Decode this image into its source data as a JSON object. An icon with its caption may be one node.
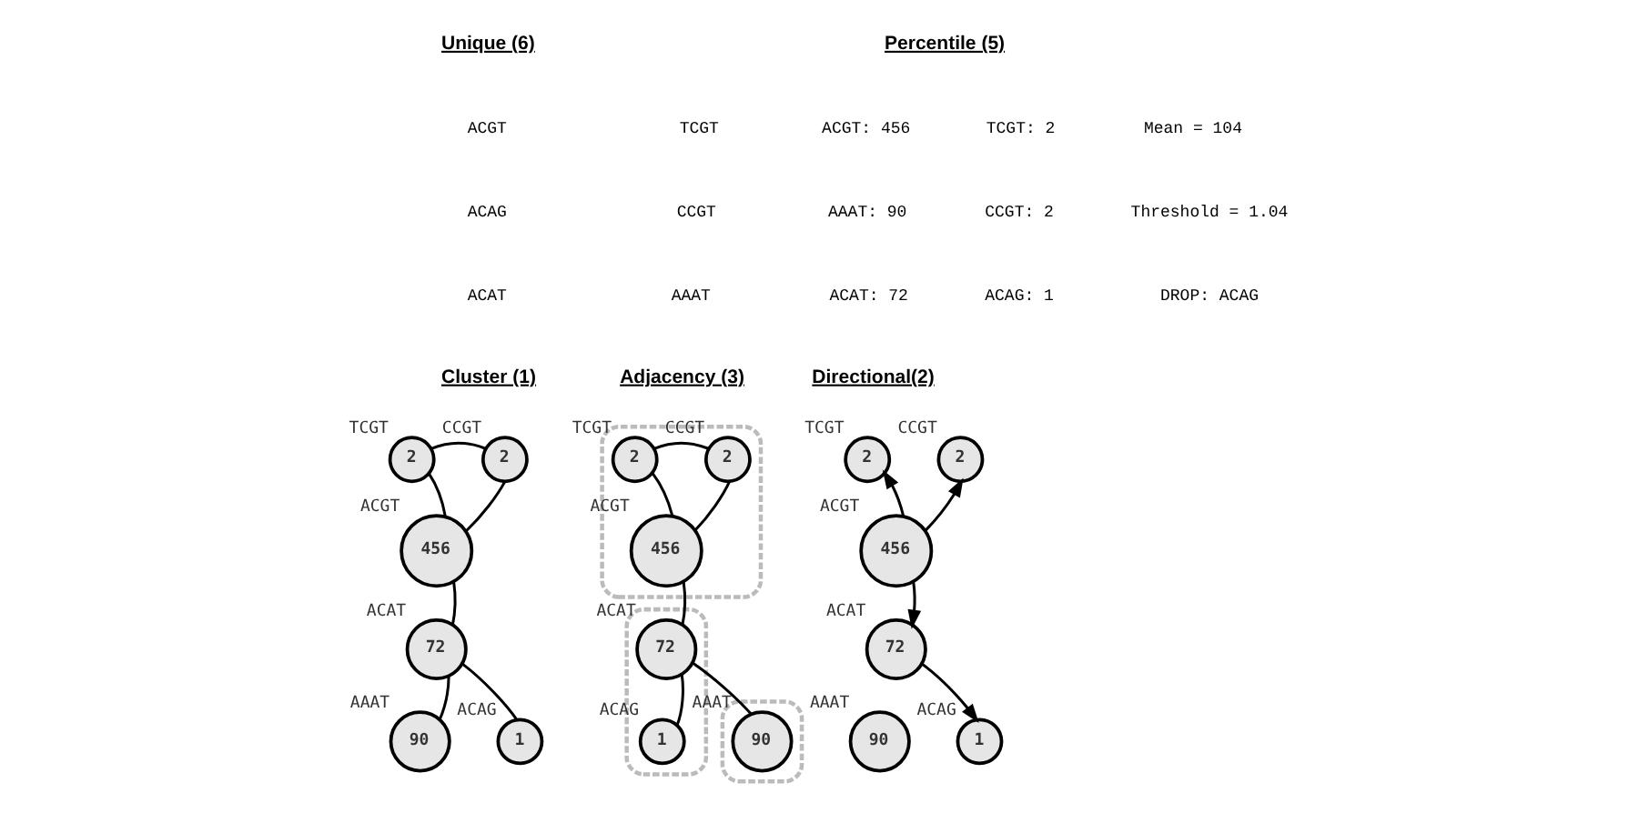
{
  "diagram": {
    "nodes": [
      {
        "text": [
          "2"
        ],
        "beside": [
          "TCGT"
        ]
      },
      {
        "text": [
          "2"
        ],
        "beside": [
          "CCGT"
        ]
      },
      {
        "text": [
          "456"
        ],
        "beside": [
          "ACGT"
        ]
      },
      {
        "text": [
          "72"
        ],
        "beside": [
          "ACAT"
        ]
      },
      {
        "text": [
          "90"
        ],
        "beside": [
          "AAAT"
        ]
      },
      {
        "text": [
          "1"
        ],
        "beside": [
          "ACAG"
        ]
      },
      {
        "text": [],
        "shape": "ellipse"
      },
      {
        "text": [
          "2"
        ],
        "beside": [
          "TCGT"
        ],
        "in": 6
      },
      {
        "text": [
          "2"
        ],
        "beside": [
          "CCGT"
        ],
        "in": 6
      },
      {
        "text": [
          "456"
        ],
        "beside": [
          "ACGT"
        ],
        "in": 6
      },
      {
        "text": [],
        "shape": "ellipse"
      },
      {
        "text": [
          "72"
        ],
        "beside": [
          "ACAT"
        ],
        "in": 10
      },
      {
        "text": [
          "1"
        ],
        "beside": [
          "ACAG"
        ],
        "in": 10
      },
      {
        "text": [],
        "shape": "ellipse"
      },
      {
        "text": [
          "90"
        ],
        "beside": [
          "AAAT"
        ],
        "in": 13
      },
      {
        "text": [
          "2"
        ],
        "beside": [
          "TCGT"
        ]
      },
      {
        "text": [
          "2"
        ],
        "beside": [
          "CCGT"
        ]
      },
      {
        "text": [
          "456"
        ],
        "beside": [
          "ACGT"
        ]
      },
      {
        "text": [
          "72"
        ],
        "beside": [
          "ACAT"
        ]
      },
      {
        "text": [
          "90"
        ],
        "beside": [
          "AAAT"
        ]
      },
      {
        "text": [
          "1"
        ],
        "beside": [
          "ACAG"
        ]
      }
    ],
    "edges": [
      {
        "from": 0,
        "to": 1,
        "arrow": "none"
      },
      {
        "from": 0,
        "to": 2,
        "arrow": "none"
      },
      {
        "from": 1,
        "to": 2,
        "arrow": "none"
      },
      {
        "from": 2,
        "to": 3,
        "arrow": "none"
      },
      {
        "from": 3,
        "to": 4,
        "arrow": "none"
      },
      {
        "from": 3,
        "to": 5,
        "arrow": "none"
      },
      {
        "from": 7,
        "to": 8,
        "arrow": "none"
      },
      {
        "from": 7,
        "to": 9,
        "arrow": "none"
      },
      {
        "from": 8,
        "to": 9,
        "arrow": "none"
      },
      {
        "from": 9,
        "to": 11,
        "arrow": "none"
      },
      {
        "from": 11,
        "to": 14,
        "arrow": "none"
      },
      {
        "from": 11,
        "to": 12,
        "arrow": "none"
      },
      {
        "from": 17,
        "to": 15,
        "arrow": "to"
      },
      {
        "from": 17,
        "to": 16,
        "arrow": "to"
      },
      {
        "from": 17,
        "to": 18,
        "arrow": "to"
      },
      {
        "from": 18,
        "to": 20,
        "arrow": "to"
      }
    ],
    "labels": [
      "Unique (6)",
      "ACGT",
      "TCGT",
      "ACAG",
      "CCGT",
      "ACAT",
      "AAAT",
      "Percentile (5)",
      "ACGT: 456",
      "TCGT: 2",
      "Mean = 104",
      "AAAT: 90",
      "CCGT: 2",
      "Threshold = 1.04",
      "ACAT: 72",
      "ACAG: 1",
      "DROP: ACAG",
      "Cluster (1)",
      "Adjacency (3)",
      "Directional(2)"
    ]
  }
}
